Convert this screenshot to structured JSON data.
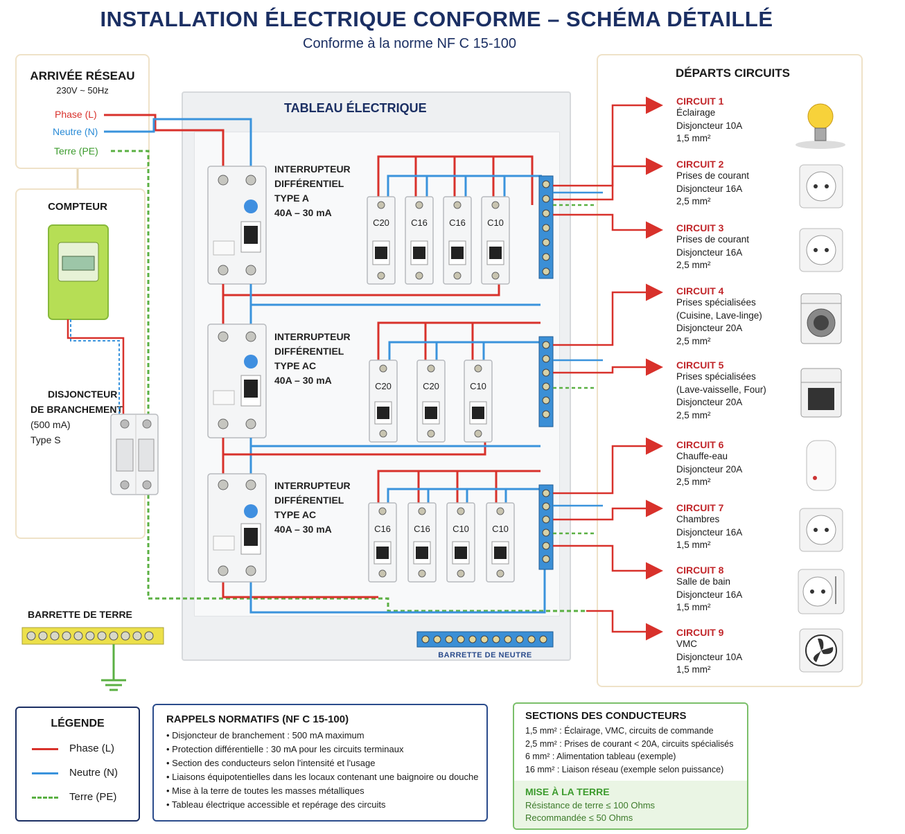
{
  "title": "INSTALLATION ÉLECTRIQUE CONFORME – SCHÉMA DÉTAILLÉ",
  "subtitle": "Conforme à la norme NF C 15-100",
  "arrivee": {
    "title": "ARRIVÉE RÉSEAU",
    "spec": "230V ~ 50Hz",
    "phase": "Phase (L)",
    "neutre": "Neutre (N)",
    "terre": "Terre (PE)"
  },
  "compteur": {
    "title": "COMPTEUR"
  },
  "disjoncteur_branchement": {
    "line1": "DISJONCTEUR",
    "line2": "DE BRANCHEMENT",
    "line3": "(500 mA)",
    "line4": "Type S"
  },
  "barrette_terre": {
    "title": "BARRETTE DE TERRE"
  },
  "tableau": {
    "title": "TABLEAU ÉLECTRIQUE",
    "barrette_neutre": "BARRETTE DE NEUTRE",
    "rcds": [
      {
        "l1": "INTERRUPTEUR",
        "l2": "DIFFÉRENTIEL",
        "l3": "TYPE A",
        "l4": "40A – 30 mA",
        "breakers": [
          "C20",
          "C16",
          "C16",
          "C10"
        ]
      },
      {
        "l1": "INTERRUPTEUR",
        "l2": "DIFFÉRENTIEL",
        "l3": "TYPE AC",
        "l4": "40A – 30 mA",
        "breakers": [
          "C20",
          "C20",
          "C10"
        ]
      },
      {
        "l1": "INTERRUPTEUR",
        "l2": "DIFFÉRENTIEL",
        "l3": "TYPE AC",
        "l4": "40A – 30 mA",
        "breakers": [
          "C16",
          "C16",
          "C10",
          "C10"
        ]
      }
    ]
  },
  "departs": {
    "title": "DÉPARTS CIRCUITS",
    "circuits": [
      {
        "name": "CIRCUIT 1",
        "lines": [
          "Éclairage",
          "Disjoncteur 10A",
          "1,5 mm²"
        ],
        "icon": "light-bulb-icon"
      },
      {
        "name": "CIRCUIT 2",
        "lines": [
          "Prises de courant",
          "Disjoncteur 16A",
          "2,5 mm²"
        ],
        "icon": "socket-icon"
      },
      {
        "name": "CIRCUIT 3",
        "lines": [
          "Prises de courant",
          "Disjoncteur 16A",
          "2,5 mm²"
        ],
        "icon": "socket-icon"
      },
      {
        "name": "CIRCUIT 4",
        "lines": [
          "Prises spécialisées",
          "(Cuisine, Lave-linge)",
          "Disjoncteur 20A",
          "2,5 mm²"
        ],
        "icon": "washing-machine-icon"
      },
      {
        "name": "CIRCUIT 5",
        "lines": [
          "Prises spécialisées",
          "(Lave-vaisselle, Four)",
          "Disjoncteur 20A",
          "2,5 mm²"
        ],
        "icon": "oven-icon"
      },
      {
        "name": "CIRCUIT 6",
        "lines": [
          "Chauffe-eau",
          "Disjoncteur 20A",
          "2,5 mm²"
        ],
        "icon": "water-heater-icon"
      },
      {
        "name": "CIRCUIT 7",
        "lines": [
          "Chambres",
          "Disjoncteur 16A",
          "1,5 mm²"
        ],
        "icon": "socket-icon"
      },
      {
        "name": "CIRCUIT 8",
        "lines": [
          "Salle de bain",
          "Disjoncteur 16A",
          "1,5 mm²"
        ],
        "icon": "bathroom-socket-icon"
      },
      {
        "name": "CIRCUIT 9",
        "lines": [
          "VMC",
          "Disjoncteur 10A",
          "1,5 mm²"
        ],
        "icon": "fan-icon"
      }
    ]
  },
  "legende": {
    "title": "LÉGENDE",
    "phase": "Phase (L)",
    "neutre": "Neutre (N)",
    "terre": "Terre (PE)"
  },
  "rappels": {
    "title": "RAPPELS NORMATIFS (NF C 15-100)",
    "items": [
      "• Disjoncteur de branchement : 500 mA maximum",
      "• Protection différentielle : 30 mA pour les circuits terminaux",
      "• Section des conducteurs selon l'intensité et l'usage",
      "• Liaisons équipotentielles dans les locaux contenant une baignoire ou douche",
      "• Mise à la terre de toutes les masses métalliques",
      "• Tableau électrique accessible et repérage des circuits"
    ]
  },
  "sections": {
    "title": "SECTIONS DES CONDUCTEURS",
    "items": [
      "1,5 mm² : Éclairage, VMC, circuits de commande",
      "2,5 mm² : Prises de courant < 20A, circuits spécialisés",
      "6 mm² : Alimentation tableau (exemple)",
      "16 mm² : Liaison réseau (exemple selon puissance)"
    ],
    "earth_title": "MISE À LA TERRE",
    "earth_items": [
      "Résistance de terre ≤ 100 Ohms",
      "Recommandée ≤ 50 Ohms"
    ]
  },
  "colors": {
    "phase": "#d8312b",
    "neutre": "#3a93dc",
    "terre": "#5bb043",
    "title": "#1b2f63",
    "circuit": "#c1262a"
  }
}
